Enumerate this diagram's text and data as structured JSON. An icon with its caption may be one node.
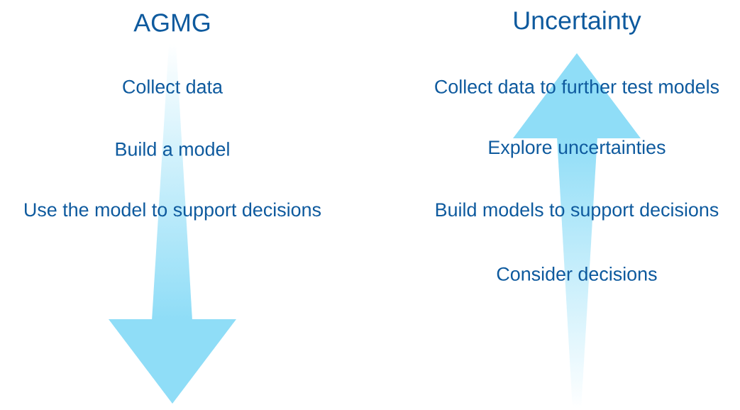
{
  "diagram": {
    "labels": [
      "AGMG",
      "Collect data",
      "Build a model",
      "Use the model to support decisions",
      "Uncertainty",
      "Collect data to further test models",
      "Explore uncertainties",
      "Build models to support decisions",
      "Consider decisions"
    ]
  }
}
